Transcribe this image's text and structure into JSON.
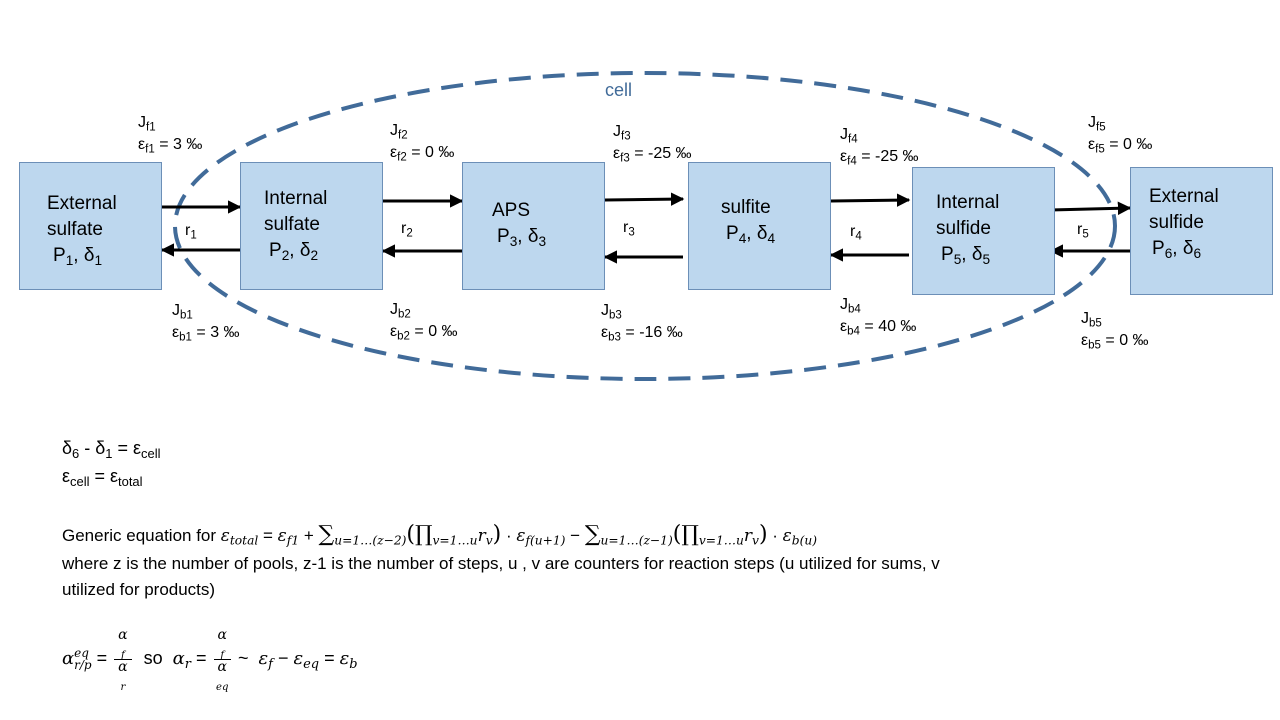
{
  "cell_label": "cell",
  "pools": [
    {
      "lines": [
        "External",
        "sulfate"
      ],
      "p": "P",
      "n": "1",
      "d": "δ"
    },
    {
      "lines": [
        "Internal",
        "sulfate"
      ],
      "p": "P",
      "n": "2",
      "d": "δ"
    },
    {
      "lines": [
        "APS"
      ],
      "p": "P",
      "n": "3",
      "d": "δ"
    },
    {
      "lines": [
        "sulfite"
      ],
      "p": "P",
      "n": "4",
      "d": "δ"
    },
    {
      "lines": [
        "Internal",
        "sulfide"
      ],
      "p": "P",
      "n": "5",
      "d": "δ"
    },
    {
      "lines": [
        "External",
        "sulfide"
      ],
      "p": "P",
      "n": "6",
      "d": "δ"
    }
  ],
  "forward_fluxes": [
    {
      "j": "J",
      "jsub": "f1",
      "e": "ε",
      "esub": "f1",
      "value": " = 3 ‰"
    },
    {
      "j": "J",
      "jsub": "f2",
      "e": "ε",
      "esub": "f2",
      "value": " = 0 ‰"
    },
    {
      "j": "J",
      "jsub": "f3",
      "e": "ε",
      "esub": "f3",
      "value": " = -25 ‰"
    },
    {
      "j": "J",
      "jsub": "f4",
      "e": "ε",
      "esub": "f4",
      "value": " = -25 ‰"
    },
    {
      "j": "J",
      "jsub": "f5",
      "e": "ε",
      "esub": "f5",
      "value": " = 0 ‰"
    }
  ],
  "backward_fluxes": [
    {
      "j": "J",
      "jsub": "b1",
      "e": "ε",
      "esub": "b1",
      "value": " = 3 ‰"
    },
    {
      "j": "J",
      "jsub": "b2",
      "e": "ε",
      "esub": "b2",
      "value": " = 0 ‰"
    },
    {
      "j": "J",
      "jsub": "b3",
      "e": "ε",
      "esub": "b3",
      "value": " = -16 ‰"
    },
    {
      "j": "J",
      "jsub": "b4",
      "e": "ε",
      "esub": "b4",
      "value": " = 40 ‰"
    },
    {
      "j": "J",
      "jsub": "b5",
      "e": "ε",
      "esub": "b5",
      "value": " = 0 ‰"
    }
  ],
  "ratios": [
    {
      "r": "r",
      "n": "1"
    },
    {
      "r": "r",
      "n": "2"
    },
    {
      "r": "r",
      "n": "3"
    },
    {
      "r": "r",
      "n": "4"
    },
    {
      "r": "r",
      "n": "5"
    }
  ],
  "equations": {
    "line1": {
      "a": "δ",
      "a_sub": "6",
      "minus": " - ",
      "b": "δ",
      "b_sub": "1",
      "eq": " = ",
      "c": "ε",
      "c_sub": "cell"
    },
    "line2": {
      "a": "ε",
      "a_sub": "cell",
      "eq": " = ",
      "c": "ε",
      "c_sub": "total"
    },
    "generic_prefix": "Generic equation for ",
    "generic": {
      "lhs": "ε",
      "lhs_sub": "total",
      "eq": " = ",
      "t1": "ε",
      "t1_sub": "f1",
      "plus": " + ",
      "sum1": "∑",
      "sum1_sub": "u=1…(z−2)",
      "prod1_open": "(",
      "prod1": "∏",
      "prod1_sub": "v=1…u",
      "prod1_r": "r",
      "prod1_r_sub": "v",
      "prod1_close": ")",
      "dot1": " · ",
      "t2": "ε",
      "t2_sub": "f(u+1)",
      "minus": " − ",
      "sum2": "∑",
      "sum2_sub": "u=1…(z−1)",
      "prod2_open": "(",
      "prod2": "∏",
      "prod2_sub": "v=1…u",
      "prod2_r": "r",
      "prod2_r_sub": "v",
      "prod2_close": ")",
      "dot2": " ·  ",
      "t3": "ε",
      "t3_sub": "b(u)"
    },
    "where_line1": "where z is the number of pools, z-1 is the number of steps,  u , v are counters for reaction steps (u utilized for sums, v",
    "where_line2": "utilized for products)",
    "alpha": {
      "a": "α",
      "a_sup": "eq",
      "a_sub": "r/p",
      "eq1": " = ",
      "f1_num": "α",
      "f1_num_sub": "f",
      "f1_den": "α",
      "f1_den_sub": "r",
      "so": "  so  ",
      "b": "α",
      "b_sub": "r",
      "eq2": " = ",
      "f2_num": "α",
      "f2_num_sub": "f",
      "f2_den": "α",
      "f2_den_sub": "eq",
      "tilde": " ~  ",
      "c": "ε",
      "c_sub": "f",
      "minus": " − ",
      "d": "ε",
      "d_sub": "eq",
      "eq3": " = ",
      "e": "ε",
      "e_sub": "b"
    }
  }
}
